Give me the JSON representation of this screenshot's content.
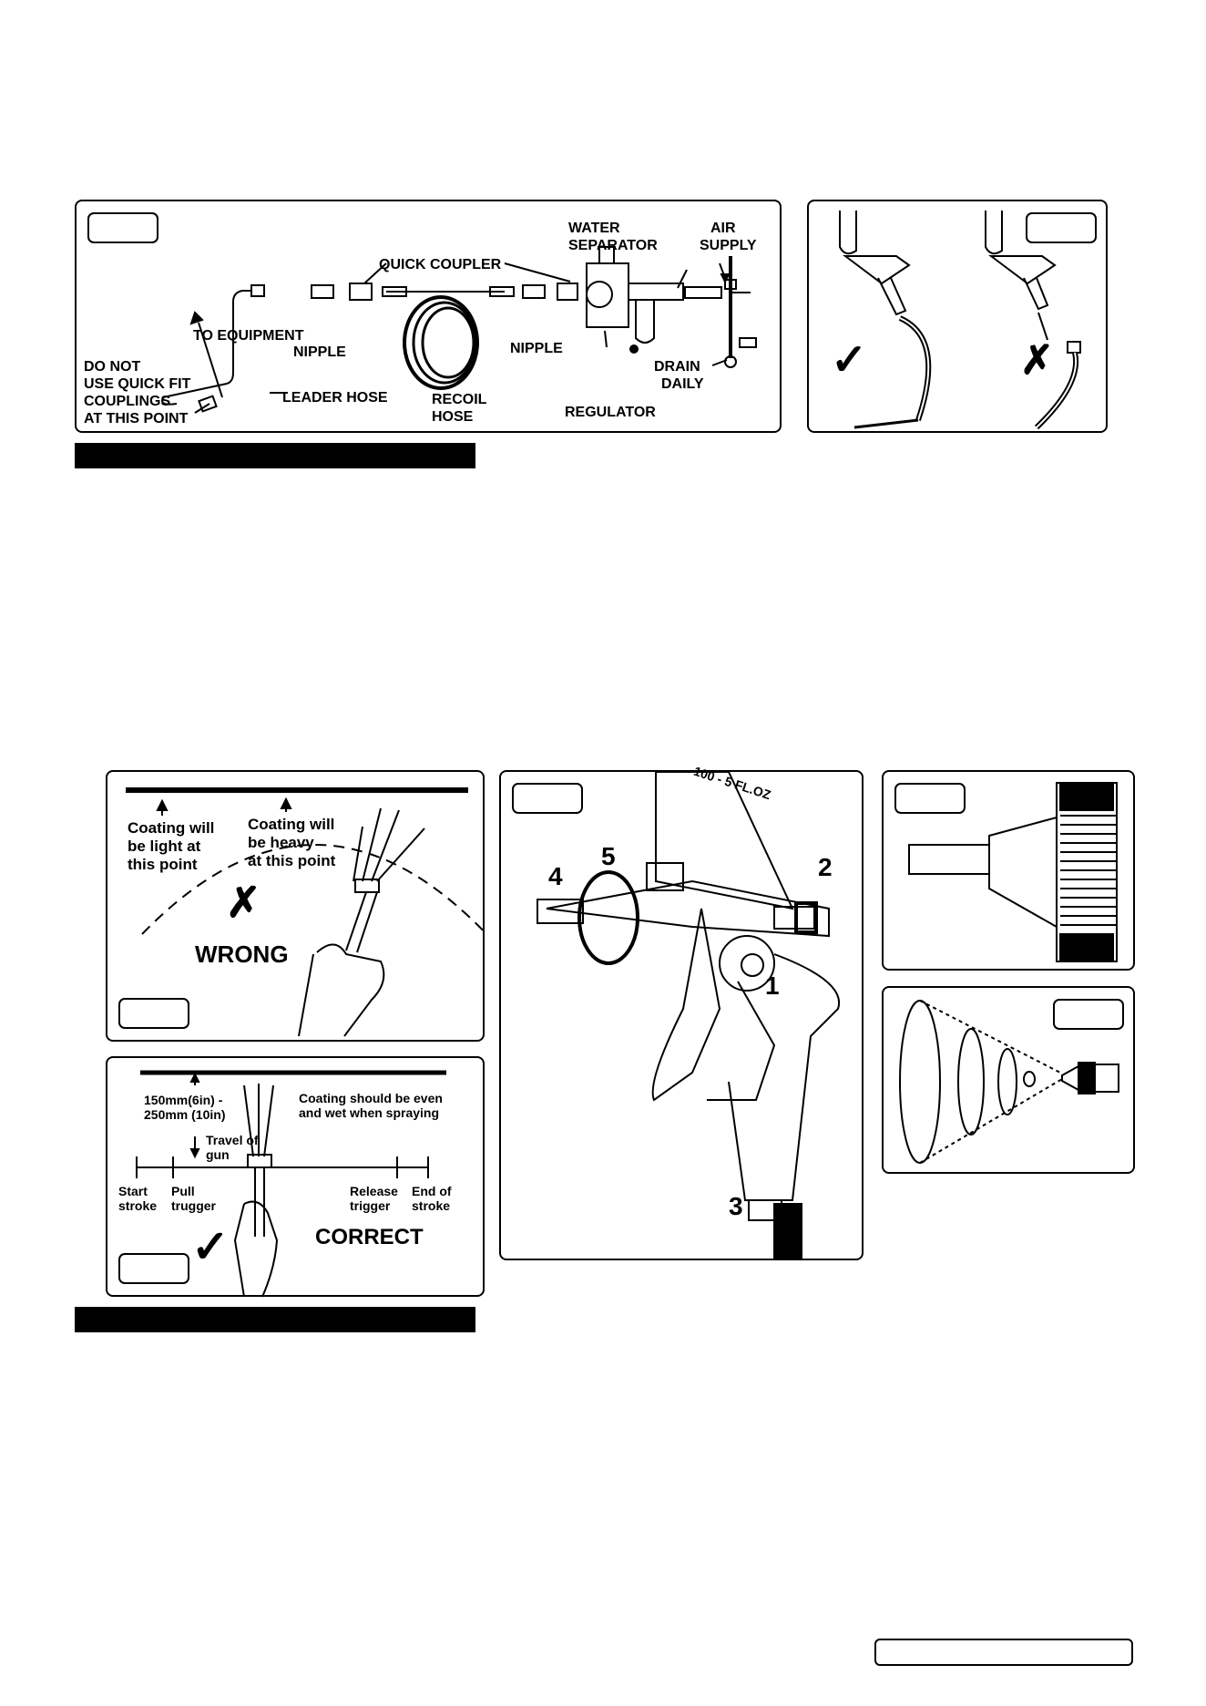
{
  "fig_airline": {
    "to_equipment": "TO EQUIPMENT",
    "do_not_line1": "DO NOT",
    "do_not_line2": "USE QUICK FIT",
    "do_not_line3": "COUPLINGS",
    "do_not_line4": "AT THIS POINT",
    "leader_hose": "LEADER HOSE",
    "quick_coupler": "QUICK COUPLER",
    "nipple_left": "NIPPLE",
    "nipple_right": "NIPPLE",
    "recoil_hose_line1": "RECOIL",
    "recoil_hose_line2": "HOSE",
    "water_separator_line1": "WATER",
    "water_separator_line2": "SEPARATOR",
    "regulator": "REGULATOR",
    "air_supply_line1": "AIR",
    "air_supply_line2": "SUPPLY",
    "drain_daily_line1": "DRAIN",
    "drain_daily_line2": "DAILY"
  },
  "fig_connection": {
    "correct_mark": "✓",
    "wrong_mark": "✗"
  },
  "fig_wrong": {
    "light_line1": "Coating will",
    "light_line2": "be light at",
    "light_line3": "this point",
    "heavy_line1": "Coating will",
    "heavy_line2": "be heavy",
    "heavy_line3": "at this point",
    "wrong_mark": "✗",
    "wrong_label": "WRONG"
  },
  "fig_correct": {
    "distance_line1": "150mm(6in) -",
    "distance_line2": "250mm (10in)",
    "even_line1": "Coating should be even",
    "even_line2": "and wet when spraying",
    "travel_line1": "Travel of",
    "travel_line2": "gun",
    "start_line1": "Start",
    "start_line2": "stroke",
    "pull_line1": "Pull",
    "pull_line2": "trugger",
    "release_line1": "Release",
    "release_line2": "trigger",
    "end_line1": "End of",
    "end_line2": "stroke",
    "correct_mark": "✓",
    "correct_label": "CORRECT"
  },
  "fig_gun": {
    "cup_scale": "100 - 5 FL.OZ",
    "callouts": [
      "1",
      "2",
      "3",
      "4",
      "5"
    ]
  },
  "colors": {
    "ink": "#000000",
    "paper": "#ffffff"
  },
  "icons": [
    "check-mark-icon",
    "cross-mark-icon",
    "spray-gun-icon",
    "hand-icon"
  ]
}
